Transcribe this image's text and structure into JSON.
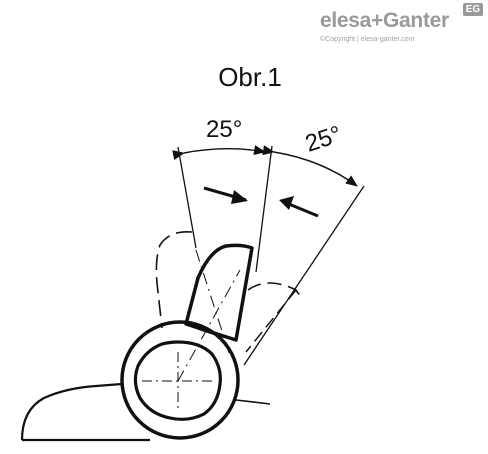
{
  "logo": {
    "brand": "elesa+Ganter",
    "badge": "EG",
    "copyright": "©Copyright | elesa-ganter.com"
  },
  "figure": {
    "title": "Obr.1",
    "angle_left": "25°",
    "angle_right": "25°"
  },
  "colors": {
    "ink": "#111111",
    "logo_gray": "#9a9a9a"
  }
}
